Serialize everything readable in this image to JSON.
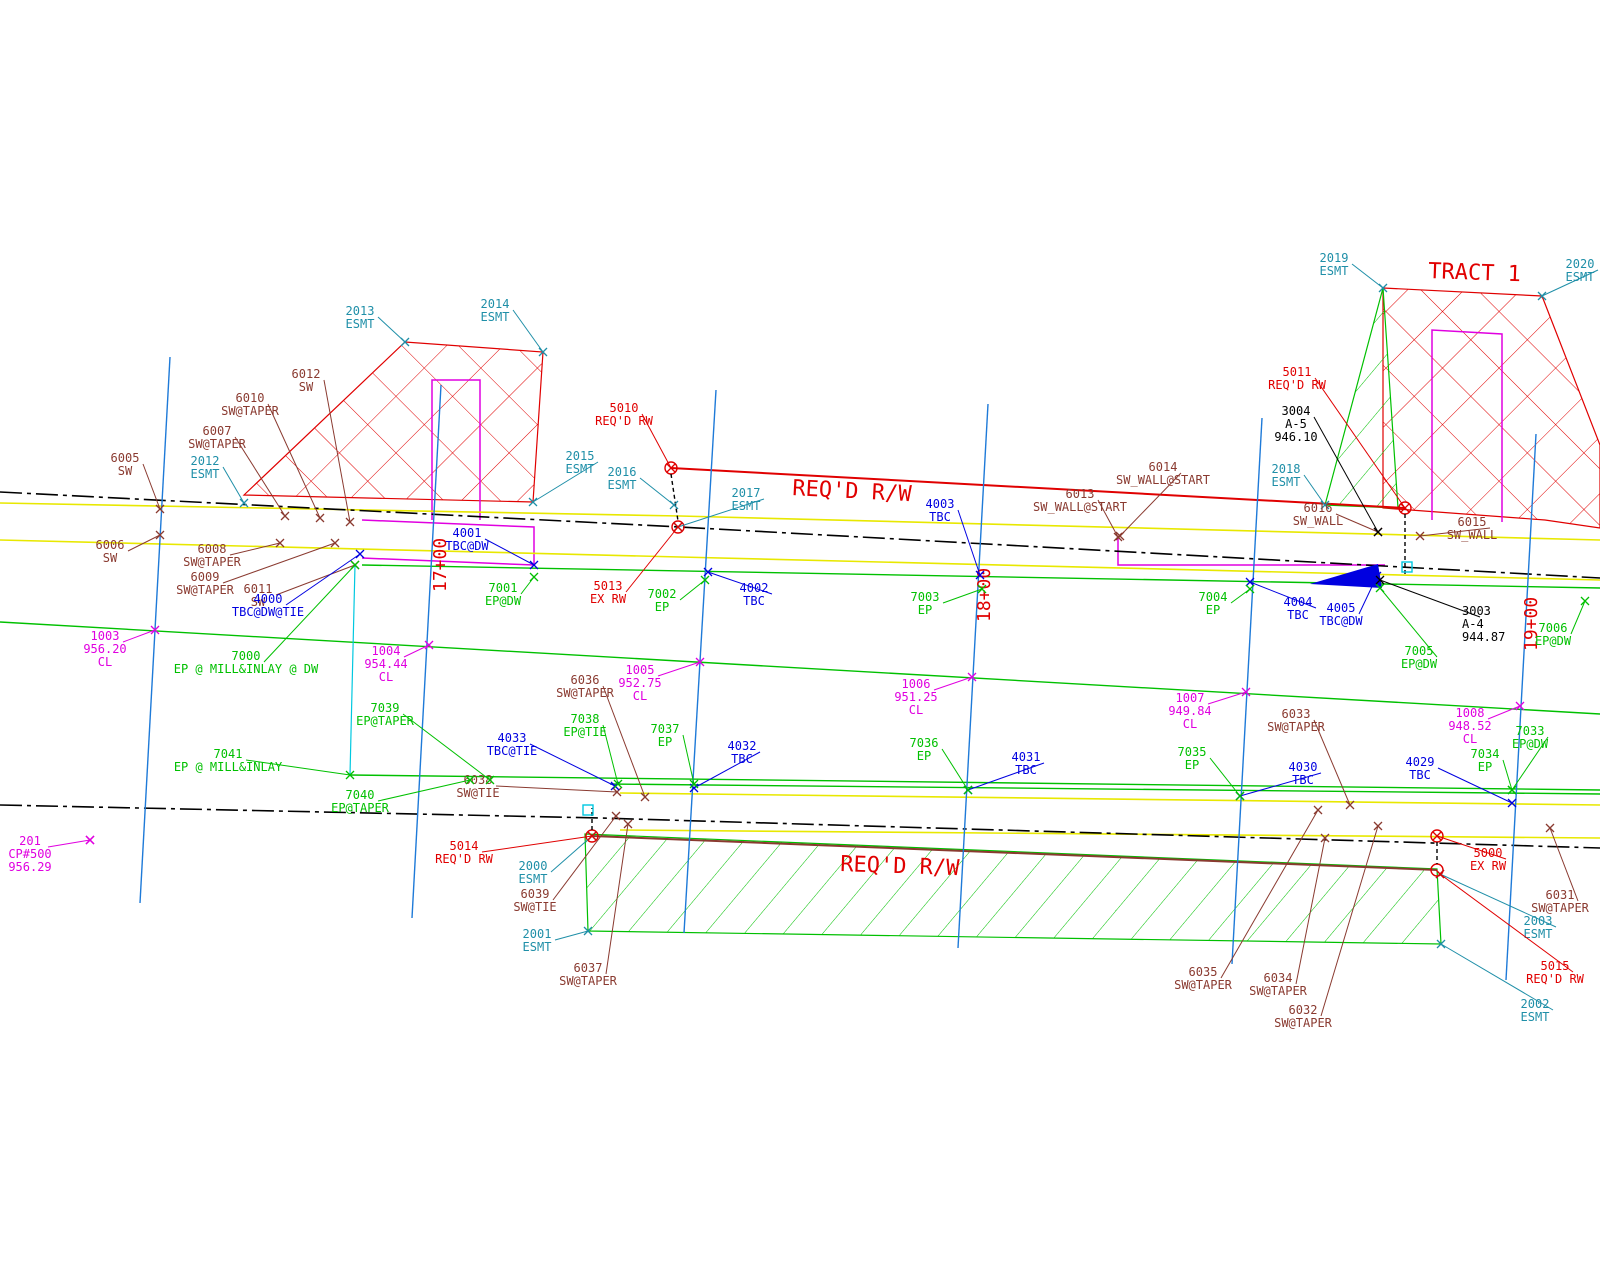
{
  "colors": {
    "red": "#e00000",
    "green": "#00c000",
    "yellow": "#e8e800",
    "blue": "#0000e0",
    "teal": "#1f8fa8",
    "magenta": "#e000e0",
    "brown": "#8a3a30",
    "black": "#000000",
    "station": "#1e7ad8",
    "cyan": "#00c8e0"
  },
  "labels": {
    "tract": "TRACT 1",
    "rw_upper": "REQ'D R/W",
    "rw_lower": "REQ'D R/W",
    "sta_17": "17+00",
    "sta_18": "18+00",
    "sta_19": "19+00"
  },
  "points": [
    {
      "id": "2013",
      "desc": "ESMT",
      "color": "teal"
    },
    {
      "id": "2014",
      "desc": "ESMT",
      "color": "teal"
    },
    {
      "id": "2012",
      "desc": "ESMT",
      "color": "teal"
    },
    {
      "id": "2015",
      "desc": "ESMT",
      "color": "teal"
    },
    {
      "id": "2016",
      "desc": "ESMT",
      "color": "teal"
    },
    {
      "id": "2017",
      "desc": "ESMT",
      "color": "teal"
    },
    {
      "id": "2018",
      "desc": "ESMT",
      "color": "teal"
    },
    {
      "id": "2019",
      "desc": "ESMT",
      "color": "teal"
    },
    {
      "id": "2020",
      "desc": "ESMT",
      "color": "teal"
    },
    {
      "id": "2000",
      "desc": "ESMT",
      "color": "teal"
    },
    {
      "id": "2001",
      "desc": "ESMT",
      "color": "teal"
    },
    {
      "id": "2003",
      "desc": "ESMT",
      "color": "teal"
    },
    {
      "id": "2002",
      "desc": "ESMT",
      "color": "teal"
    },
    {
      "id": "6012",
      "desc": "SW",
      "color": "brown"
    },
    {
      "id": "6010",
      "desc": "SW@TAPER",
      "color": "brown"
    },
    {
      "id": "6007",
      "desc": "SW@TAPER",
      "color": "brown"
    },
    {
      "id": "6005",
      "desc": "SW",
      "color": "brown"
    },
    {
      "id": "6006",
      "desc": "SW",
      "color": "brown"
    },
    {
      "id": "6008",
      "desc": "SW@TAPER",
      "color": "brown"
    },
    {
      "id": "6009",
      "desc": "SW@TAPER",
      "color": "brown"
    },
    {
      "id": "6011",
      "desc": "SW",
      "color": "brown"
    },
    {
      "id": "6014",
      "desc": "SW_WALL@START",
      "color": "brown"
    },
    {
      "id": "6013",
      "desc": "SW_WALL@START",
      "color": "brown"
    },
    {
      "id": "6016",
      "desc": "SW_WALL",
      "color": "brown"
    },
    {
      "id": "6015",
      "desc": "SW_WALL",
      "color": "brown"
    },
    {
      "id": "6036",
      "desc": "SW@TAPER",
      "color": "brown"
    },
    {
      "id": "6038",
      "desc": "SW@TIE",
      "color": "brown"
    },
    {
      "id": "6039",
      "desc": "SW@TIE",
      "color": "brown"
    },
    {
      "id": "6037",
      "desc": "SW@TAPER",
      "color": "brown"
    },
    {
      "id": "6033",
      "desc": "SW@TAPER",
      "color": "brown"
    },
    {
      "id": "6035",
      "desc": "SW@TAPER",
      "color": "brown"
    },
    {
      "id": "6034",
      "desc": "SW@TAPER",
      "color": "brown"
    },
    {
      "id": "6032",
      "desc": "SW@TAPER",
      "color": "brown"
    },
    {
      "id": "6031",
      "desc": "SW@TAPER",
      "color": "brown"
    },
    {
      "id": "5010",
      "desc": "REQ'D RW",
      "color": "red"
    },
    {
      "id": "5013",
      "desc": "EX RW",
      "color": "red"
    },
    {
      "id": "5011",
      "desc": "REQ'D RW",
      "color": "red"
    },
    {
      "id": "5014",
      "desc": "REQ'D RW",
      "color": "red"
    },
    {
      "id": "5000",
      "desc": "EX RW",
      "color": "red"
    },
    {
      "id": "5015",
      "desc": "REQ'D RW",
      "color": "red"
    },
    {
      "id": "4001",
      "desc": "TBC@DW",
      "color": "blue"
    },
    {
      "id": "4000",
      "desc": "TBC@DW@TIE",
      "color": "blue"
    },
    {
      "id": "4002",
      "desc": "TBC",
      "color": "blue"
    },
    {
      "id": "4003",
      "desc": "TBC",
      "color": "blue"
    },
    {
      "id": "4004",
      "desc": "TBC",
      "color": "blue"
    },
    {
      "id": "4005",
      "desc": "TBC@DW",
      "color": "blue"
    },
    {
      "id": "4033",
      "desc": "TBC@TIE",
      "color": "blue"
    },
    {
      "id": "4032",
      "desc": "TBC",
      "color": "blue"
    },
    {
      "id": "4031",
      "desc": "TBC",
      "color": "blue"
    },
    {
      "id": "4030",
      "desc": "TBC",
      "color": "blue"
    },
    {
      "id": "4029",
      "desc": "TBC",
      "color": "blue"
    },
    {
      "id": "7001",
      "desc": "EP@DW",
      "color": "green"
    },
    {
      "id": "7002",
      "desc": "EP",
      "color": "green"
    },
    {
      "id": "7003",
      "desc": "EP",
      "color": "green"
    },
    {
      "id": "7004",
      "desc": "EP",
      "color": "green"
    },
    {
      "id": "7005",
      "desc": "EP@DW",
      "color": "green"
    },
    {
      "id": "7006",
      "desc": "EP@DW",
      "color": "green"
    },
    {
      "id": "7000",
      "desc": "EP @ MILL&INLAY @ DW",
      "color": "green"
    },
    {
      "id": "7039",
      "desc": "EP@TAPER",
      "color": "green"
    },
    {
      "id": "7041",
      "desc": "EP @ MILL&INLAY",
      "color": "green"
    },
    {
      "id": "7040",
      "desc": "EP@TAPER",
      "color": "green"
    },
    {
      "id": "7038",
      "desc": "EP@TIE",
      "color": "green"
    },
    {
      "id": "7037",
      "desc": "EP",
      "color": "green"
    },
    {
      "id": "7036",
      "desc": "EP",
      "color": "green"
    },
    {
      "id": "7035",
      "desc": "EP",
      "color": "green"
    },
    {
      "id": "7034",
      "desc": "EP",
      "color": "green"
    },
    {
      "id": "7033",
      "desc": "EP@DW",
      "color": "green"
    },
    {
      "id": "1003",
      "desc": "956.20",
      "desc2": "CL",
      "color": "magenta"
    },
    {
      "id": "1004",
      "desc": "954.44",
      "desc2": "CL",
      "color": "magenta"
    },
    {
      "id": "1005",
      "desc": "952.75",
      "desc2": "CL",
      "color": "magenta"
    },
    {
      "id": "1006",
      "desc": "951.25",
      "desc2": "CL",
      "color": "magenta"
    },
    {
      "id": "1007",
      "desc": "949.84",
      "desc2": "CL",
      "color": "magenta"
    },
    {
      "id": "1008",
      "desc": "948.52",
      "desc2": "CL",
      "color": "magenta"
    },
    {
      "id": "201",
      "desc": "CP#500",
      "desc2": "956.29",
      "color": "magenta"
    },
    {
      "id": "3004",
      "desc": "A-5",
      "desc2": "946.10",
      "color": "black"
    },
    {
      "id": "3003",
      "desc": "A-4",
      "desc2": "944.87",
      "color": "black"
    }
  ]
}
